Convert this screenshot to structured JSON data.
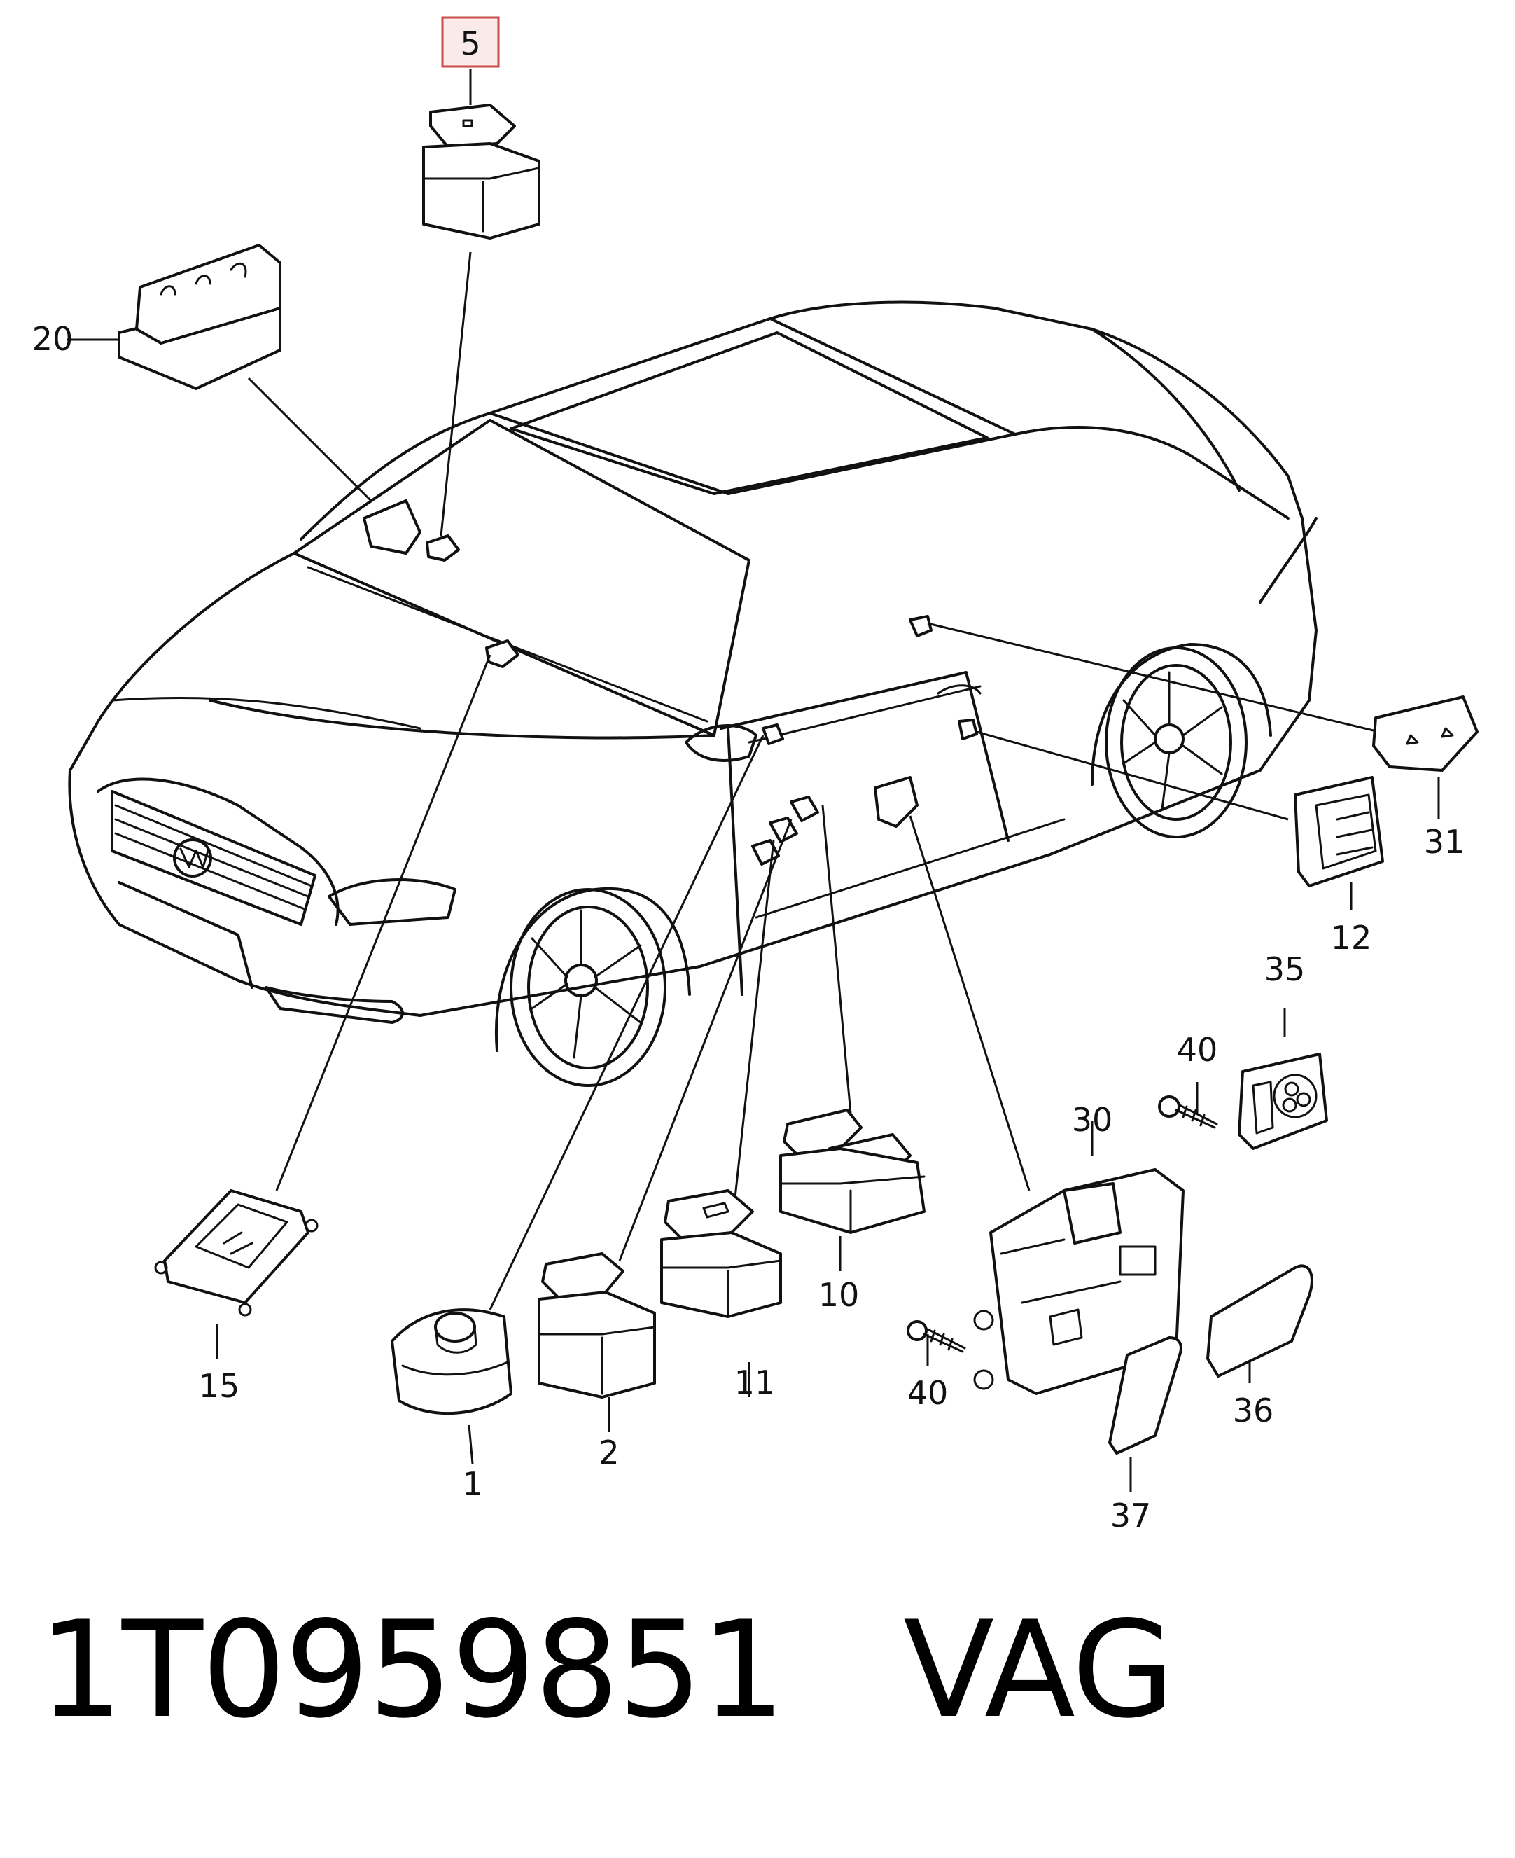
{
  "diagram": {
    "highlighted_callout": "5",
    "callouts": [
      "5",
      "20",
      "31",
      "12",
      "35",
      "40",
      "30",
      "15",
      "10",
      "11",
      "2",
      "1",
      "40",
      "36",
      "37"
    ],
    "colors": {
      "line": "#111111",
      "highlight_fill": "#fbeaea",
      "highlight_border": "#c94b4b"
    }
  },
  "footer": {
    "part_number": "1T0959851",
    "manufacturer": "VAG"
  }
}
